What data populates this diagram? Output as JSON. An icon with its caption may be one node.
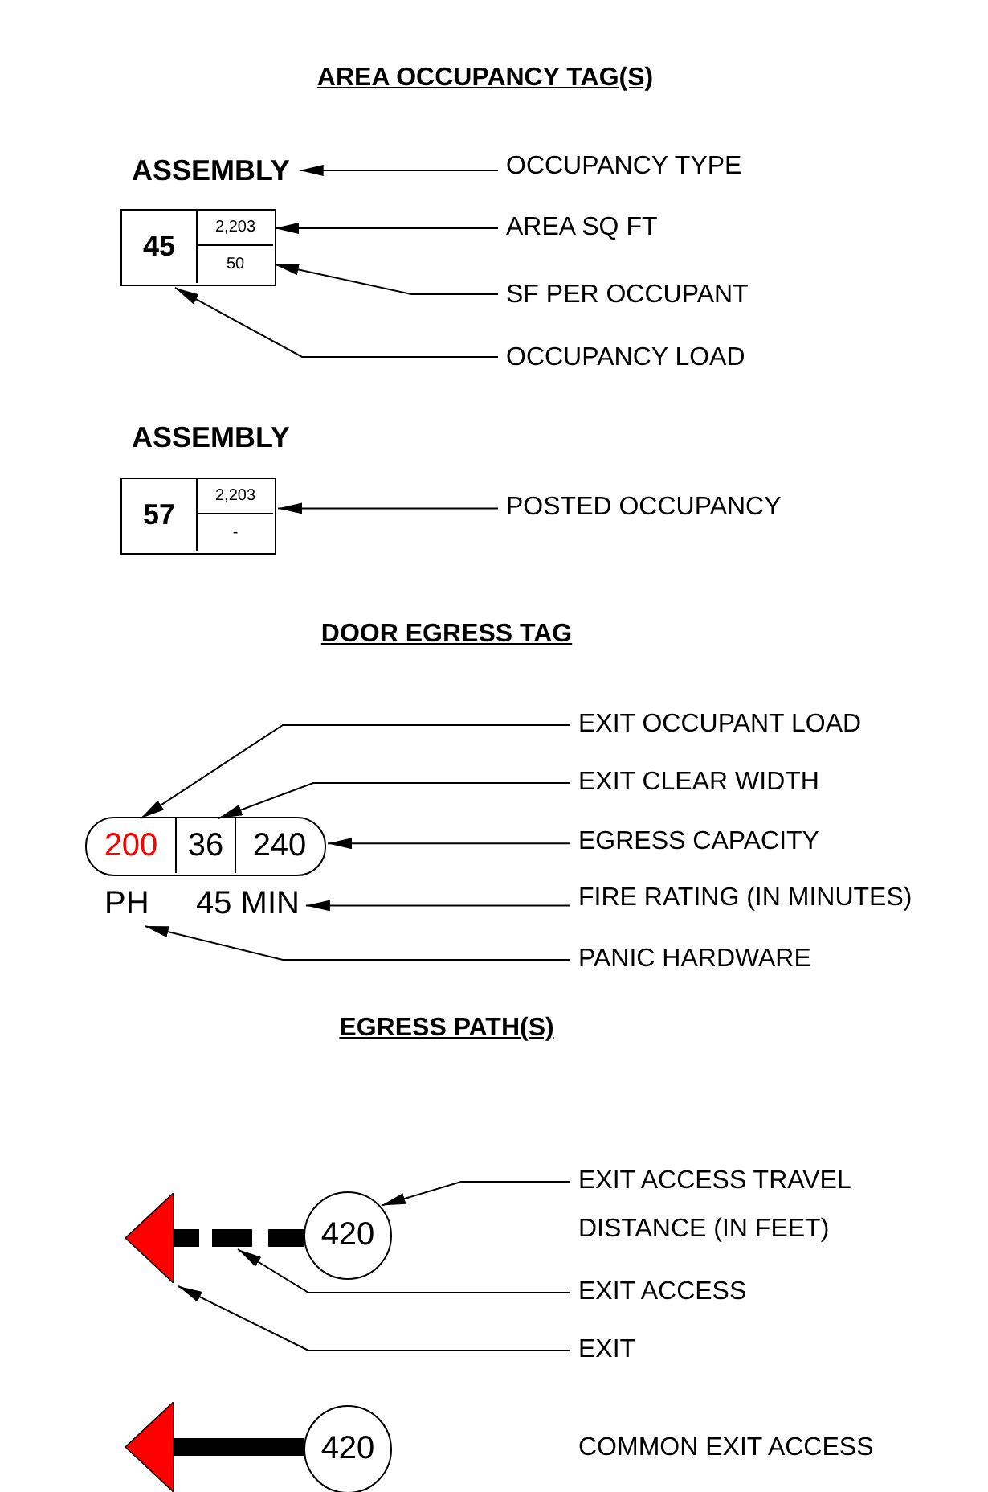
{
  "diagram": {
    "nodes": [
      {
        "text": [
          "ASSEMBLY"
        ]
      },
      {
        "text": [],
        "shape": "box"
      },
      {
        "text": [
          "45"
        ],
        "in": 1
      },
      {
        "text": [
          "2,203"
        ],
        "in": 1
      },
      {
        "text": [
          "50"
        ],
        "in": 1
      },
      {
        "text": [
          "OCCUPANCY TYPE"
        ]
      },
      {
        "text": [
          "AREA SQ FT"
        ]
      },
      {
        "text": [
          "SF PER OCCUPANT"
        ]
      },
      {
        "text": [
          "OCCUPANCY LOAD"
        ]
      },
      {
        "text": [],
        "shape": "box"
      },
      {
        "text": [
          "57"
        ],
        "in": 9
      },
      {
        "text": [
          "2,203"
        ],
        "in": 9
      },
      {
        "text": [
          "-"
        ],
        "in": 9
      },
      {
        "text": [
          "POSTED OCCUPANCY"
        ]
      },
      {
        "text": [],
        "shape": "pill"
      },
      {
        "text": [
          "200"
        ],
        "in": 14
      },
      {
        "text": [
          "36"
        ],
        "in": 14
      },
      {
        "text": [
          "240"
        ],
        "in": 14
      },
      {
        "text": [
          "PH"
        ]
      },
      {
        "text": [
          "45 MIN"
        ]
      },
      {
        "text": [
          "EXIT OCCUPANT LOAD"
        ]
      },
      {
        "text": [
          "EXIT CLEAR WIDTH"
        ]
      },
      {
        "text": [
          "EGRESS CAPACITY"
        ]
      },
      {
        "text": [
          "FIRE RATING (IN MINUTES)"
        ]
      },
      {
        "text": [
          "PANIC HARDWARE"
        ]
      },
      {
        "text": [],
        "shape": "triangle"
      },
      {
        "text": [
          "420"
        ]
      },
      {
        "text": [
          "EXIT ACCESS TRAVEL DISTANCE (IN FEET)"
        ]
      },
      {
        "text": [
          "EXIT ACCESS"
        ]
      },
      {
        "text": [
          "EXIT"
        ]
      },
      {
        "text": [],
        "shape": "triangle"
      },
      {
        "text": [
          "420"
        ]
      }
    ],
    "edges": [
      {
        "from": 5,
        "to": 0,
        "arrow": "to"
      },
      {
        "from": 6,
        "to": 3,
        "arrow": "to"
      },
      {
        "from": 7,
        "to": 4,
        "arrow": "to"
      },
      {
        "from": 8,
        "to": 1,
        "arrow": "to"
      },
      {
        "from": 13,
        "to": 9,
        "arrow": "to"
      },
      {
        "from": 20,
        "to": 15,
        "arrow": "to"
      },
      {
        "from": 21,
        "to": 16,
        "arrow": "to"
      },
      {
        "from": 22,
        "to": 14,
        "arrow": "to"
      },
      {
        "from": 23,
        "to": 19,
        "arrow": "to"
      },
      {
        "from": 24,
        "to": 18,
        "arrow": "to"
      },
      {
        "from": 26,
        "to": 25,
        "arrow": "none",
        "style": "dashed"
      },
      {
        "from": 27,
        "to": 26,
        "arrow": "to"
      },
      {
        "from": 28,
        "to": null,
        "arrow": "to"
      },
      {
        "from": 29,
        "to": 25,
        "arrow": "to"
      },
      {
        "from": 31,
        "to": 30,
        "arrow": "none",
        "style": "thick"
      }
    ],
    "labels": [
      "AREA OCCUPANCY TAG(S)",
      "ASSEMBLY",
      "DOOR EGRESS TAG",
      "EGRESS PATH(S)",
      "COMMON EXIT ACCESS"
    ]
  }
}
